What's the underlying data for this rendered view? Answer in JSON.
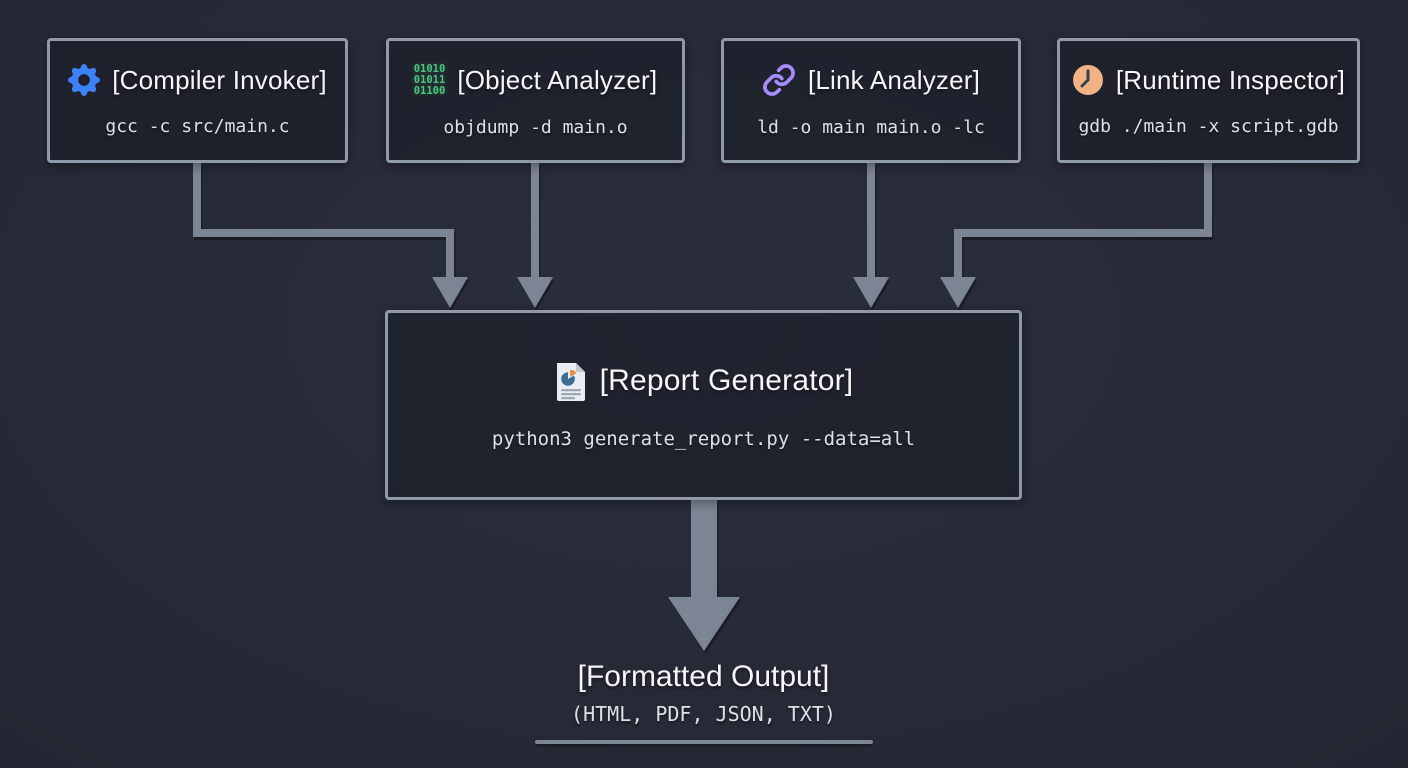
{
  "nodes": {
    "compiler": {
      "title": "[Compiler Invoker]",
      "command": "gcc -c src/main.c",
      "icon": "gear-icon"
    },
    "object_analyzer": {
      "title": "[Object Analyzer]",
      "command": "objdump -d main.o",
      "icon": "binary-icon",
      "binary_lines": [
        "01010",
        "01011",
        "01100"
      ]
    },
    "link_analyzer": {
      "title": "[Link Analyzer]",
      "command": "ld -o main main.o -lc",
      "icon": "link-icon"
    },
    "runtime_inspector": {
      "title": "[Runtime Inspector]",
      "command": "gdb ./main -x script.gdb",
      "icon": "clock-icon"
    },
    "report_generator": {
      "title": "[Report Generator]",
      "command": "python3 generate_report.py --data=all",
      "icon": "report-document-icon"
    }
  },
  "output": {
    "title": "[Formatted Output]",
    "formats": "(HTML, PDF, JSON, TXT)"
  },
  "colors": {
    "background": "#262a37",
    "box_border": "#8f99a7",
    "connector": "#7b8593",
    "title_text": "#f5f6f8",
    "command_text": "#dde1e6",
    "gear_icon": "#3b82f6",
    "binary_icon": "#4cc47f",
    "link_icon": "#a78bfa",
    "clock_icon_face": "#f1b286",
    "clock_icon_hands": "#3b3f4a",
    "report_doc_body": "#e9edf3",
    "report_pie_blue": "#3e6c95",
    "report_pie_orange": "#ee8a3e",
    "output_underline": "#7b8593"
  }
}
